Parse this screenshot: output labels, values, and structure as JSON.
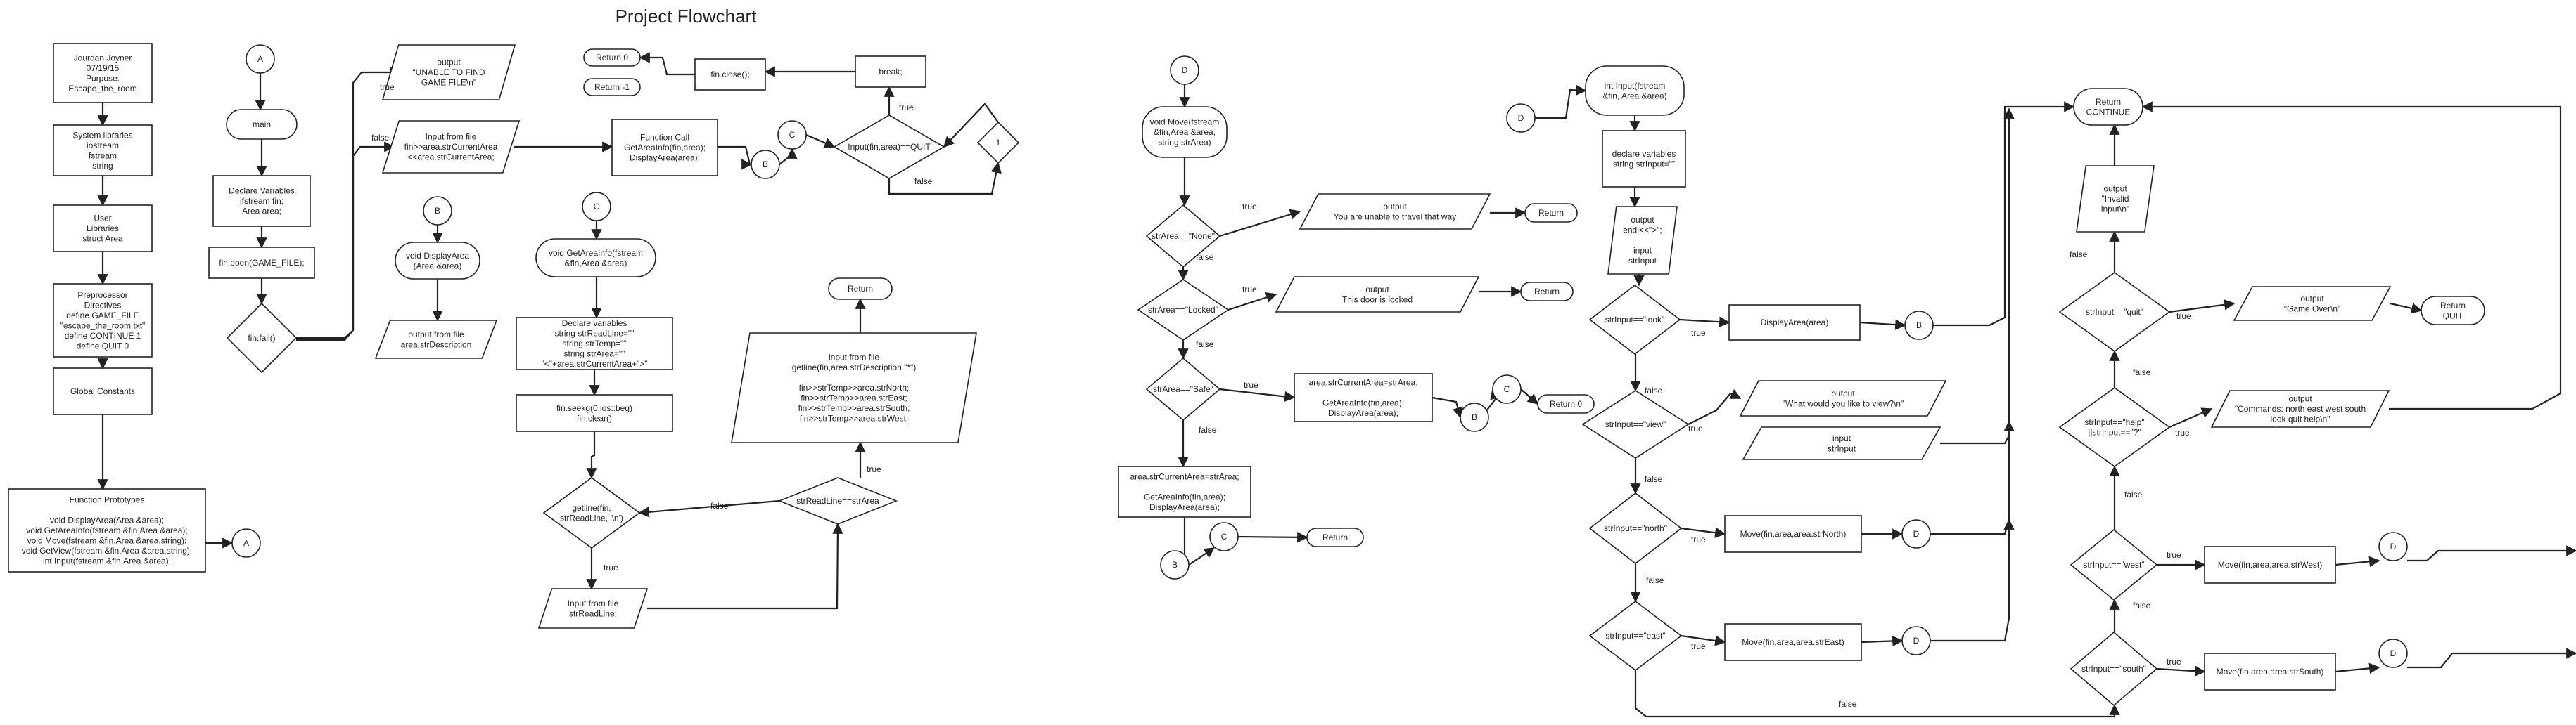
{
  "title": "Project Flowchart",
  "nodes": [
    {
      "id": "info",
      "shape": "rect",
      "lines": [
        "Jourdan Joyner",
        "07/19/15",
        "Purpose:",
        "Escape_the_room"
      ]
    },
    {
      "id": "syslib",
      "shape": "rect",
      "lines": [
        "System libraries",
        "iostream",
        "fstream",
        "string"
      ]
    },
    {
      "id": "userlib",
      "shape": "rect",
      "lines": [
        "User",
        "Libraries",
        "struct Area"
      ]
    },
    {
      "id": "preproc",
      "shape": "rect",
      "lines": [
        "Preprocessor",
        "Directives",
        "define GAME_FILE",
        "\"escape_the_room.txt\"",
        "define CONTINUE 1",
        "define QUIT 0"
      ]
    },
    {
      "id": "globals",
      "shape": "rect",
      "lines": [
        "Global Constants"
      ]
    },
    {
      "id": "protos",
      "shape": "rect",
      "lines": [
        "Function Prototypes",
        "",
        "void DisplayArea(Area &area);",
        "void GetAreaInfo(fstream &fin,Area &area);",
        "void Move(fstream &fin,Area &area,string);",
        "void GetView(fstream &fin,Area &area,string);",
        "int Input(fstream &fin,Area &area);"
      ]
    },
    {
      "id": "c_a1",
      "shape": "circle",
      "lines": [
        "A"
      ]
    },
    {
      "id": "c_a2",
      "shape": "circle",
      "lines": [
        "A"
      ]
    },
    {
      "id": "main",
      "shape": "term",
      "lines": [
        "main"
      ]
    },
    {
      "id": "declvars",
      "shape": "rect",
      "lines": [
        "Declare Variables",
        "ifstream fin;",
        "Area area;"
      ]
    },
    {
      "id": "finopen",
      "shape": "rect",
      "lines": [
        "fin.open(GAME_FILE);"
      ]
    },
    {
      "id": "finfail",
      "shape": "diamond",
      "lines": [
        "fin.fail()"
      ]
    },
    {
      "id": "out_unable",
      "shape": "para",
      "lines": [
        "output",
        "\"UNABLE TO FIND",
        "GAME FILE\\n\""
      ]
    },
    {
      "id": "ret0_a",
      "shape": "term",
      "lines": [
        "Return 0"
      ]
    },
    {
      "id": "retm1",
      "shape": "term",
      "lines": [
        "Return -1"
      ]
    },
    {
      "id": "finclose",
      "shape": "rect",
      "lines": [
        "fin.close();"
      ]
    },
    {
      "id": "brk",
      "shape": "rect",
      "lines": [
        "break;"
      ]
    },
    {
      "id": "in_cur",
      "shape": "para",
      "lines": [
        "Input from file",
        "fin>>area.strCurrentArea",
        "<<area.strCurrentArea;"
      ]
    },
    {
      "id": "fcall",
      "shape": "rect",
      "lines": [
        "Function Call",
        "GetAreaInfo(fin,area);",
        "DisplayArea(area);"
      ]
    },
    {
      "id": "c_b1",
      "shape": "circle",
      "lines": [
        "B"
      ]
    },
    {
      "id": "c_c1",
      "shape": "circle",
      "lines": [
        "C"
      ]
    },
    {
      "id": "inquit",
      "shape": "diamond",
      "lines": [
        "Input(fin,area)==QUIT"
      ]
    },
    {
      "id": "one",
      "shape": "diamond",
      "lines": [
        "1"
      ]
    },
    {
      "id": "c_b2",
      "shape": "circle",
      "lines": [
        "B"
      ]
    },
    {
      "id": "dispfn",
      "shape": "term",
      "lines": [
        "void DisplayArea",
        "(Area &area)"
      ]
    },
    {
      "id": "outdesc",
      "shape": "para",
      "lines": [
        "output from file",
        "area.strDescription"
      ]
    },
    {
      "id": "c_c2",
      "shape": "circle",
      "lines": [
        "C"
      ]
    },
    {
      "id": "getfn",
      "shape": "term",
      "lines": [
        "void GetAreaInfo(fstream",
        "&fin,Area &area)"
      ]
    },
    {
      "id": "declread",
      "shape": "rect",
      "lines": [
        "Declare variables",
        "string strReadLine=\"\"",
        "string strTemp=\"\"",
        "string strArea=\"\"",
        "\"<\"+area.strCurrentArea+\">\""
      ]
    },
    {
      "id": "seek",
      "shape": "rect",
      "lines": [
        "fin.seekg(0,ios::beg)",
        "fin.clear()"
      ]
    },
    {
      "id": "getline",
      "shape": "diamond",
      "lines": [
        "getline(fin,",
        "strReadLine, '\\n')"
      ]
    },
    {
      "id": "inread",
      "shape": "para",
      "lines": [
        "Input from file",
        "strReadLine;"
      ]
    },
    {
      "id": "cmpread",
      "shape": "diamond",
      "lines": [
        "strReadLine==strArea"
      ]
    },
    {
      "id": "inlist",
      "shape": "para",
      "lines": [
        "input from file",
        "getline(fin,area.strDescription,\"*\")",
        "",
        "fin>>strTemp>>area.strNorth;",
        "fin>>strTemp>>area.strEast;",
        "fin>>strTemp>>area.strSouth;",
        "fin>>strTemp>>area.strWest;"
      ]
    },
    {
      "id": "ret_g",
      "shape": "term",
      "lines": [
        "Return"
      ]
    },
    {
      "id": "c_d1",
      "shape": "circle",
      "lines": [
        "D"
      ]
    },
    {
      "id": "movefn",
      "shape": "term",
      "lines": [
        "void Move(fstream",
        "&fin,Area &area,",
        "string strArea)"
      ]
    },
    {
      "id": "none",
      "shape": "diamond",
      "lines": [
        "strArea==\"None\""
      ]
    },
    {
      "id": "out_travel",
      "shape": "para",
      "lines": [
        "output",
        "You are unable to travel that way"
      ]
    },
    {
      "id": "ret_m1",
      "shape": "term",
      "lines": [
        "Return"
      ]
    },
    {
      "id": "locked",
      "shape": "diamond",
      "lines": [
        "strArea==\"Locked\""
      ]
    },
    {
      "id": "out_locked",
      "shape": "para",
      "lines": [
        "output",
        "This door is locked"
      ]
    },
    {
      "id": "ret_m2",
      "shape": "term",
      "lines": [
        "Return"
      ]
    },
    {
      "id": "safe",
      "shape": "diamond",
      "lines": [
        "strArea==\"Safe\""
      ]
    },
    {
      "id": "safe_set",
      "shape": "rect",
      "lines": [
        "area.strCurrentArea=strArea;",
        "",
        "GetAreaInfo(fin,area);",
        "DisplayArea(area);"
      ]
    },
    {
      "id": "c_b3",
      "shape": "circle",
      "lines": [
        "B"
      ]
    },
    {
      "id": "c_c3",
      "shape": "circle",
      "lines": [
        "C"
      ]
    },
    {
      "id": "ret0_m",
      "shape": "term",
      "lines": [
        "Return 0"
      ]
    },
    {
      "id": "else_set",
      "shape": "rect",
      "lines": [
        "area.strCurrentArea=strArea;",
        "",
        "GetAreaInfo(fin,area);",
        "DisplayArea(area);"
      ]
    },
    {
      "id": "c_b4",
      "shape": "circle",
      "lines": [
        "B"
      ]
    },
    {
      "id": "c_c4",
      "shape": "circle",
      "lines": [
        "C"
      ]
    },
    {
      "id": "ret_m3",
      "shape": "term",
      "lines": [
        "Return"
      ]
    },
    {
      "id": "c_d2",
      "shape": "circle",
      "lines": [
        "D"
      ]
    },
    {
      "id": "inputfn",
      "shape": "term",
      "lines": [
        "int Input(fstream",
        "&fin, Area &area)"
      ]
    },
    {
      "id": "declin",
      "shape": "rect",
      "lines": [
        "declare variables",
        "string strInput=\"\""
      ]
    },
    {
      "id": "outprompt",
      "shape": "para",
      "lines": [
        "output",
        "endl<<\">\";",
        "",
        "input",
        "strInput"
      ]
    },
    {
      "id": "look",
      "shape": "diamond",
      "lines": [
        "strInput==\"look\""
      ]
    },
    {
      "id": "dispcall",
      "shape": "rect",
      "lines": [
        "DisplayArea(area)"
      ]
    },
    {
      "id": "c_b5",
      "shape": "circle",
      "lines": [
        "B"
      ]
    },
    {
      "id": "view",
      "shape": "diamond",
      "lines": [
        "strInput==\"view\""
      ]
    },
    {
      "id": "out_view",
      "shape": "para",
      "lines": [
        "output",
        "\"What would you like to view?\\n\""
      ]
    },
    {
      "id": "in_view",
      "shape": "para",
      "lines": [
        "input",
        "strInput"
      ]
    },
    {
      "id": "north",
      "shape": "diamond",
      "lines": [
        "strInput==\"north\""
      ]
    },
    {
      "id": "mv_n",
      "shape": "rect",
      "lines": [
        "Move(fin,area,area.strNorth)"
      ]
    },
    {
      "id": "c_d3",
      "shape": "circle",
      "lines": [
        "D"
      ]
    },
    {
      "id": "east",
      "shape": "diamond",
      "lines": [
        "strInput==\"east\""
      ]
    },
    {
      "id": "mv_e",
      "shape": "rect",
      "lines": [
        "Move(fin,area,area.strEast)"
      ]
    },
    {
      "id": "c_d4",
      "shape": "circle",
      "lines": [
        "D"
      ]
    },
    {
      "id": "retcont",
      "shape": "term",
      "lines": [
        "Return",
        "CONTINUE"
      ]
    },
    {
      "id": "out_invalid",
      "shape": "para",
      "lines": [
        "output",
        "\"Invalid",
        "input\\n\""
      ]
    },
    {
      "id": "quit",
      "shape": "diamond",
      "lines": [
        "strInput==\"quit\""
      ]
    },
    {
      "id": "out_over",
      "shape": "para",
      "lines": [
        "output",
        "\"Game Over\\n\""
      ]
    },
    {
      "id": "retquit",
      "shape": "term",
      "lines": [
        "Return",
        "QUIT"
      ]
    },
    {
      "id": "help",
      "shape": "diamond",
      "lines": [
        "strInput==\"help\"",
        "||strInput==\"?\""
      ]
    },
    {
      "id": "out_cmds",
      "shape": "para",
      "lines": [
        "output",
        "\"Commands: north east west south",
        "look quit help\\n\""
      ]
    },
    {
      "id": "west",
      "shape": "diamond",
      "lines": [
        "strInput==\"west\""
      ]
    },
    {
      "id": "mv_w",
      "shape": "rect",
      "lines": [
        "Move(fin,area,area.strWest)"
      ]
    },
    {
      "id": "c_d5",
      "shape": "circle",
      "lines": [
        "D"
      ]
    },
    {
      "id": "south",
      "shape": "diamond",
      "lines": [
        "strInput==\"south\""
      ]
    },
    {
      "id": "mv_s",
      "shape": "rect",
      "lines": [
        "Move(fin,area,area.strSouth)"
      ]
    },
    {
      "id": "c_d6",
      "shape": "circle",
      "lines": [
        "D"
      ]
    }
  ],
  "edge_labels": [
    {
      "id": "l_fail_t",
      "text": "true"
    },
    {
      "id": "l_fail_f",
      "text": "false"
    },
    {
      "id": "l_quit_t",
      "text": "true"
    },
    {
      "id": "l_quit_f",
      "text": "false"
    },
    {
      "id": "l_gl_t",
      "text": "true"
    },
    {
      "id": "l_cmp_f",
      "text": "false"
    },
    {
      "id": "l_cmp_t",
      "text": "true"
    },
    {
      "id": "l_none_t",
      "text": "true"
    },
    {
      "id": "l_none_f",
      "text": "false"
    },
    {
      "id": "l_lock_t",
      "text": "true"
    },
    {
      "id": "l_lock_f",
      "text": "false"
    },
    {
      "id": "l_safe_t",
      "text": "true"
    },
    {
      "id": "l_safe_f",
      "text": "false"
    },
    {
      "id": "l_look_t",
      "text": "true"
    },
    {
      "id": "l_look_f",
      "text": "false"
    },
    {
      "id": "l_view_t",
      "text": "true"
    },
    {
      "id": "l_view_f",
      "text": "false"
    },
    {
      "id": "l_north_t",
      "text": "true"
    },
    {
      "id": "l_north_f",
      "text": "false"
    },
    {
      "id": "l_east_t",
      "text": "true"
    },
    {
      "id": "l_east_f",
      "text": "false"
    },
    {
      "id": "l_quit2_t",
      "text": "true"
    },
    {
      "id": "l_quit2_f",
      "text": "false"
    },
    {
      "id": "l_help_t",
      "text": "true"
    },
    {
      "id": "l_help_f",
      "text": "false"
    },
    {
      "id": "l_west_t",
      "text": "true"
    },
    {
      "id": "l_west_f",
      "text": "false"
    },
    {
      "id": "l_south_t",
      "text": "true"
    },
    {
      "id": "l_south_f",
      "text": "false"
    }
  ]
}
